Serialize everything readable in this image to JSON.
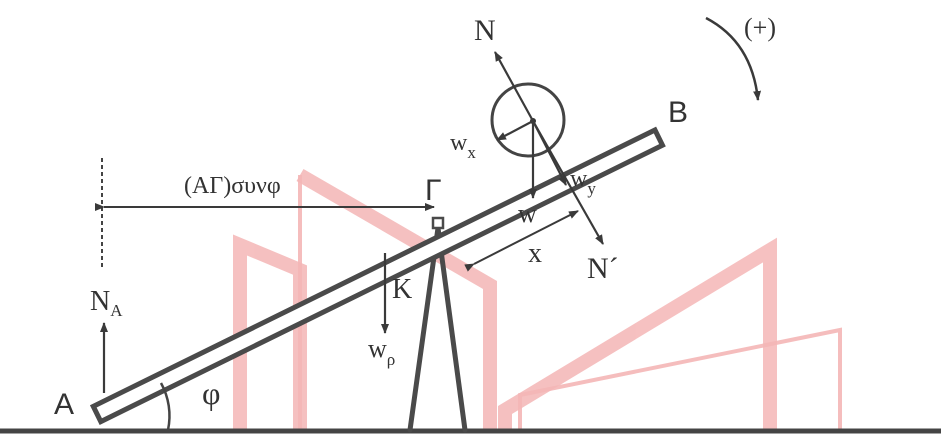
{
  "labels": {
    "point_a": "A",
    "point_b": "B",
    "point_gamma": "Γ",
    "point_k": "K",
    "angle_phi": "φ",
    "force_na": "N",
    "force_na_sub": "A",
    "force_n": "N",
    "force_n_prime": "N´",
    "force_w": "w",
    "force_wx": "w",
    "force_wx_sub": "x",
    "force_wy": "w",
    "force_wy_sub": "y",
    "force_wrho": "w",
    "force_wrho_sub": "ρ",
    "distance_x": "x",
    "dimension_agamma": "(ΑΓ)συνφ",
    "sign_convention": "(+)"
  },
  "colors": {
    "ink": "#4a4a4a",
    "text": "#333333",
    "watermark": "#f4b6b6"
  }
}
